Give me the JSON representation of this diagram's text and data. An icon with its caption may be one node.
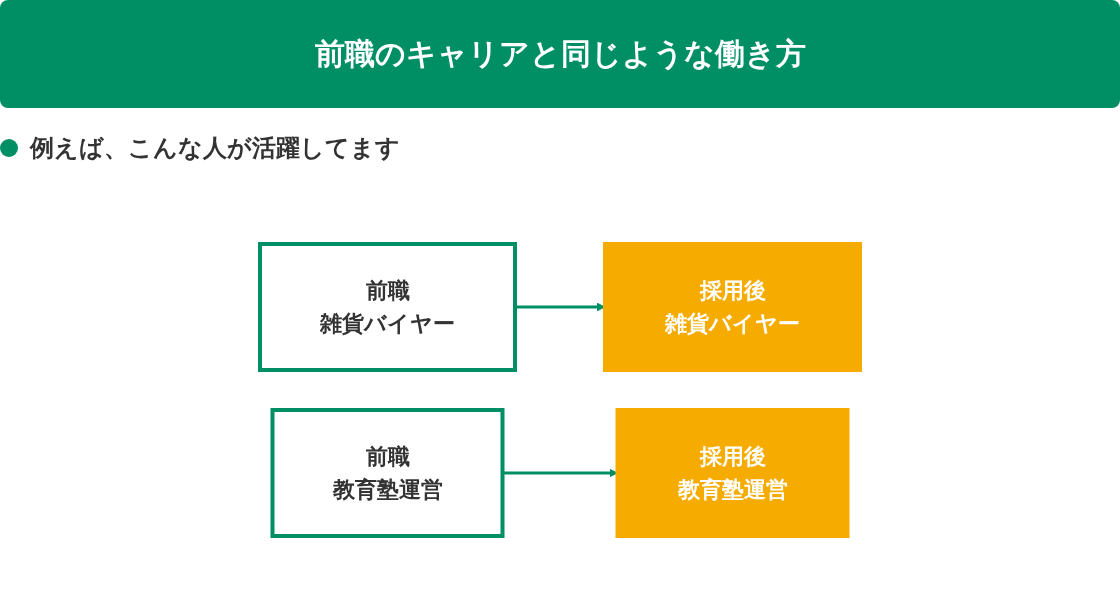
{
  "diagram": {
    "title": "前職のキャリアと同じような働き方",
    "nodes": [
      {
        "text": [
          "前職",
          "雑貨バイヤー"
        ]
      },
      {
        "text": [
          "採用後",
          "雑貨バイヤー"
        ]
      },
      {
        "text": [
          "前職",
          "教育塾運営"
        ]
      },
      {
        "text": [
          "採用後",
          "教育塾運営"
        ]
      }
    ],
    "edges": [
      {
        "from": 0,
        "to": 1,
        "arrow": "to"
      },
      {
        "from": 2,
        "to": 3,
        "arrow": "to"
      }
    ],
    "labels": [
      "例えば、こんな人が活躍してます"
    ]
  }
}
